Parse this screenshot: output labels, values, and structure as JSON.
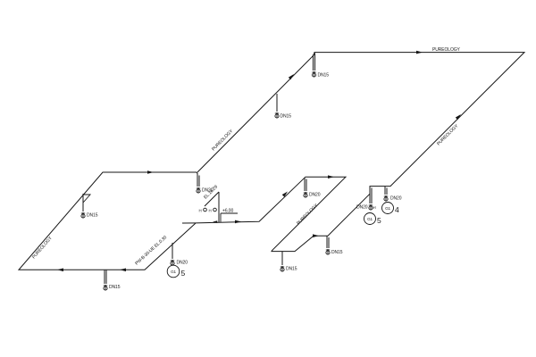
{
  "drawing": {
    "line_name": "PUREOLOGY",
    "pipe_spec": "PW-B-30-UE  EL.0.30",
    "elevation_spec": "EL.16.29",
    "elevation_marker": "+6.00",
    "dn15": "DN15",
    "dn20": "DN20",
    "hose_h": "H",
    "tag_id": "G1",
    "tag_no_4": "4",
    "tag_no_5": "5"
  },
  "colors": {
    "line": "#161616",
    "background": "#ffffff"
  }
}
